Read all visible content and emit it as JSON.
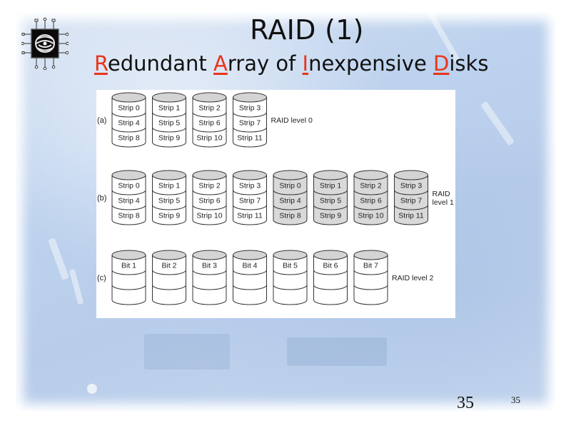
{
  "slide": {
    "title": "RAID (1)",
    "subtitle": {
      "words": [
        {
          "initial": "R",
          "rest": "edundant"
        },
        {
          "initial": "A",
          "rest": "rray"
        },
        {
          "plain": "of"
        },
        {
          "initial": "I",
          "rest": "nexpensive"
        },
        {
          "initial": "D",
          "rest": "isks"
        }
      ],
      "highlight_color": "#e8351c"
    },
    "logo_icon": "chip-swirl-logo-icon",
    "page_number_large": "35",
    "page_number_small": "35"
  },
  "diagram": {
    "rows": [
      {
        "label": "(a)",
        "caption": [
          "RAID level 0"
        ],
        "disks": [
          {
            "cells": [
              "Strip 0",
              "Strip 4",
              "Strip 8"
            ],
            "shaded": false
          },
          {
            "cells": [
              "Strip 1",
              "Strip 5",
              "Strip 9"
            ],
            "shaded": false
          },
          {
            "cells": [
              "Strip 2",
              "Strip 6",
              "Strip 10"
            ],
            "shaded": false
          },
          {
            "cells": [
              "Strip 3",
              "Strip 7",
              "Strip 11"
            ],
            "shaded": false
          }
        ]
      },
      {
        "label": "(b)",
        "caption": [
          "RAID",
          "level 1"
        ],
        "disks": [
          {
            "cells": [
              "Strip 0",
              "Strip 4",
              "Strip 8"
            ],
            "shaded": false
          },
          {
            "cells": [
              "Strip 1",
              "Strip 5",
              "Strip 9"
            ],
            "shaded": false
          },
          {
            "cells": [
              "Strip 2",
              "Strip 6",
              "Strip 10"
            ],
            "shaded": false
          },
          {
            "cells": [
              "Strip 3",
              "Strip 7",
              "Strip 11"
            ],
            "shaded": false
          },
          {
            "cells": [
              "Strip 0",
              "Strip 4",
              "Strip 8"
            ],
            "shaded": true
          },
          {
            "cells": [
              "Strip 1",
              "Strip 5",
              "Strip 9"
            ],
            "shaded": true
          },
          {
            "cells": [
              "Strip 2",
              "Strip 6",
              "Strip 10"
            ],
            "shaded": true
          },
          {
            "cells": [
              "Strip 3",
              "Strip 7",
              "Strip 11"
            ],
            "shaded": true
          }
        ]
      },
      {
        "label": "(c)",
        "caption": [
          "RAID level 2"
        ],
        "disks": [
          {
            "cells": [
              "Bit 1",
              "",
              ""
            ],
            "shaded": false
          },
          {
            "cells": [
              "Bit 2",
              "",
              ""
            ],
            "shaded": false
          },
          {
            "cells": [
              "Bit 3",
              "",
              ""
            ],
            "shaded": false
          },
          {
            "cells": [
              "Bit 4",
              "",
              ""
            ],
            "shaded": false
          },
          {
            "cells": [
              "Bit 5",
              "",
              ""
            ],
            "shaded": false
          },
          {
            "cells": [
              "Bit 6",
              "",
              ""
            ],
            "shaded": false
          },
          {
            "cells": [
              "Bit 7",
              "",
              ""
            ],
            "shaded": false
          }
        ]
      }
    ],
    "colors": {
      "stroke": "#333333",
      "disk_top": "#d4d4d4",
      "disk_shaded": "#d9d9d9",
      "disk_plain": "#ffffff",
      "text": "#222222"
    }
  }
}
